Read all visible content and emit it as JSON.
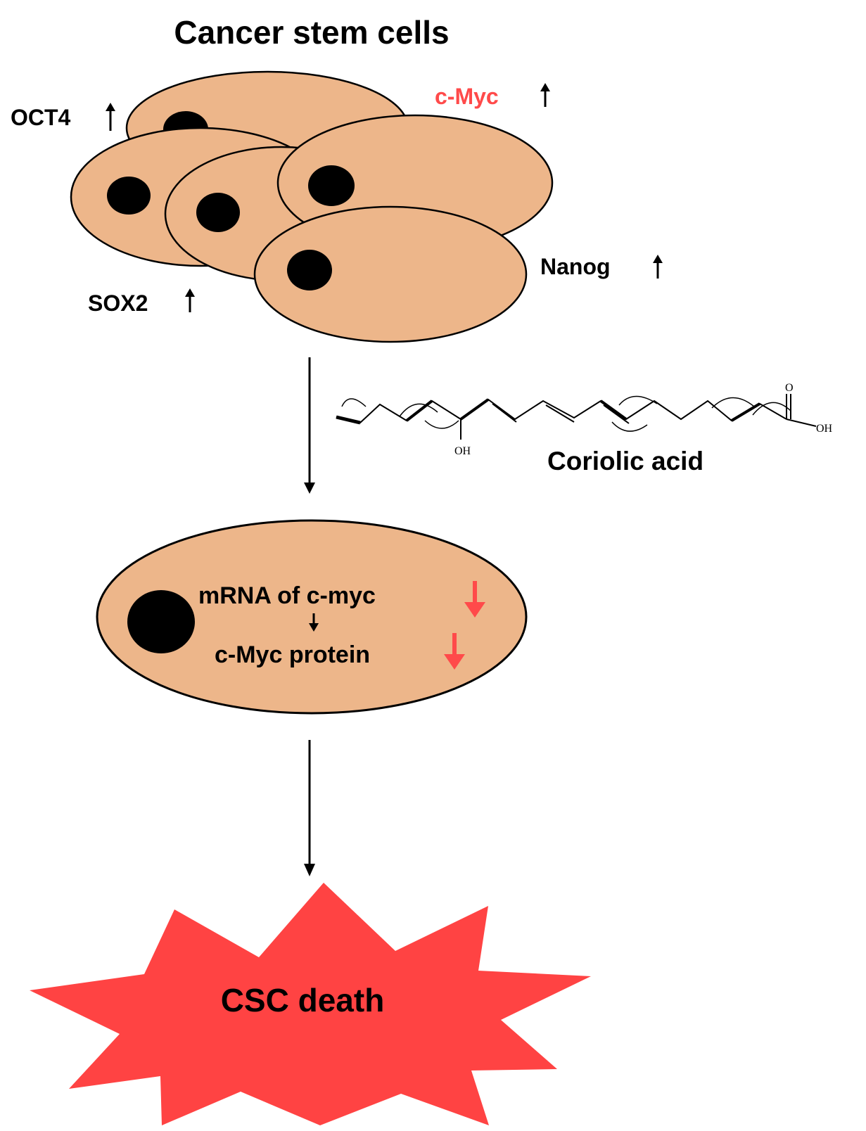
{
  "title": "Cancer stem cells",
  "markers": [
    {
      "name": "OCT4",
      "direction": "up",
      "color": "#000000"
    },
    {
      "name": "c-Myc",
      "direction": "up",
      "color": "#ff4a4a"
    },
    {
      "name": "Nanog",
      "direction": "up",
      "color": "#000000"
    },
    {
      "name": "SOX2",
      "direction": "up",
      "color": "#000000"
    }
  ],
  "compound": {
    "name": "Coriolic acid",
    "oh_label": "OH",
    "acid_oh_label": "OH",
    "carbonyl_label": "O"
  },
  "treated_cell": {
    "line1": "mRNA of c-myc",
    "line2": "c-Myc protein"
  },
  "outcome": "CSC death",
  "colors": {
    "cell_fill": "#edb68a",
    "nucleus": "#000000",
    "down_arrow": "#ff4a4a",
    "burst": "#ff4343",
    "highlight_text": "#ff4a4a"
  }
}
